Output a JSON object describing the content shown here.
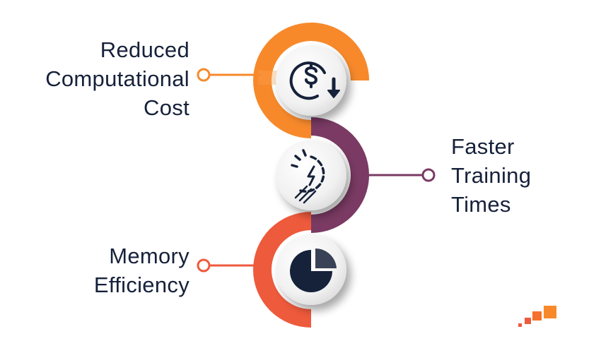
{
  "benefits": [
    {
      "id": "cost",
      "lines": [
        "Reduced",
        "Computational",
        "Cost"
      ],
      "icon": "dollar-down-icon",
      "color": "#f7892b"
    },
    {
      "id": "faster",
      "lines": [
        "Faster",
        "Training",
        "Times"
      ],
      "icon": "lightning-speed-icon",
      "color": "#7a3a63"
    },
    {
      "id": "memory",
      "lines": [
        "Memory",
        "Efficiency"
      ],
      "icon": "pie-chart-icon",
      "color": "#ee5a3c"
    }
  ],
  "logo": {
    "icon": "brand-logo-icon",
    "colors": [
      "#ee5a3c",
      "#f7892b"
    ]
  }
}
